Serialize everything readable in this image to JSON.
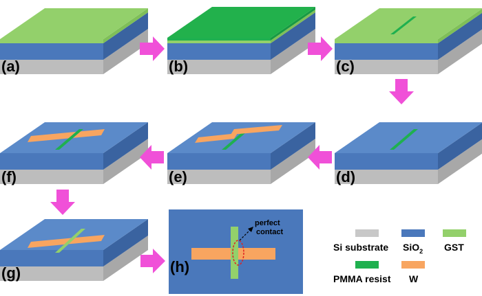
{
  "panels": [
    {
      "id": "a",
      "label": "(a)"
    },
    {
      "id": "b",
      "label": "(b)"
    },
    {
      "id": "c",
      "label": "(c)"
    },
    {
      "id": "d",
      "label": "(d)"
    },
    {
      "id": "e",
      "label": "(e)"
    },
    {
      "id": "f",
      "label": "(f)"
    },
    {
      "id": "g",
      "label": "(g)"
    },
    {
      "id": "h",
      "label": "(h)"
    }
  ],
  "annotation": {
    "line1": "perfect",
    "line2": "contact"
  },
  "legend": {
    "si_substrate": "Si substrate",
    "sio2_main": "SiO",
    "sio2_sub": "2",
    "gst": "GST",
    "pmma": "PMMA resist",
    "w": "W"
  },
  "colors": {
    "si_top": "#c8c8c8",
    "si_front": "#bdbdbd",
    "si_side": "#a8a8a8",
    "sio2_top": "#5b8ac9",
    "sio2_front": "#4a78bb",
    "sio2_side": "#3a63a0",
    "gst": "#93d06b",
    "pmma": "#1fb04f",
    "w": "#f8a560",
    "arrow": "#f050d8",
    "ellipse": "#e02020"
  }
}
